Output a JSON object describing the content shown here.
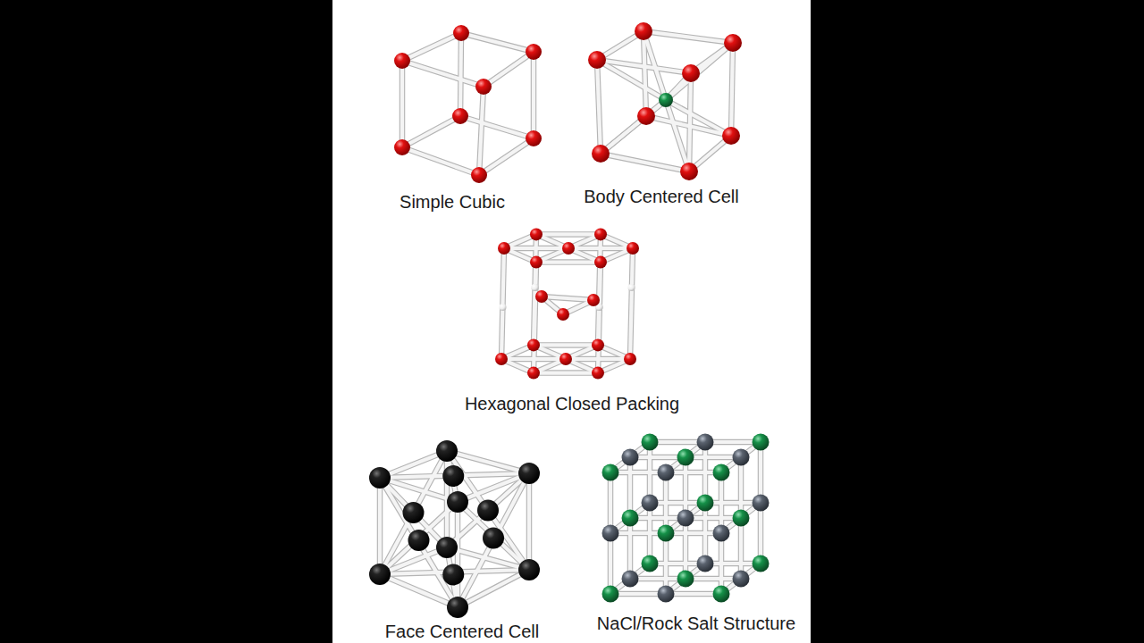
{
  "diagram": {
    "labels": [
      "Simple Cubic",
      "Body Centered Cell",
      "Hexagonal Closed Packing",
      "Face Centered Cell",
      "NaCl/Rock Salt Structure"
    ]
  }
}
